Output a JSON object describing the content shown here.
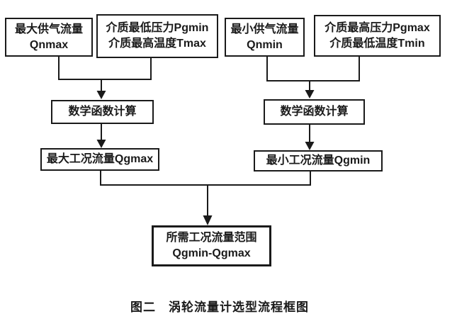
{
  "flowchart": {
    "boxes": {
      "qnmax": {
        "line1": "最大供气流量",
        "line2": "Qnmax"
      },
      "pgmin_tmax": {
        "line1": "介质最低压力Pgmin",
        "line2": "介质最高温度Tmax"
      },
      "qnmin": {
        "line1": "最小供气流量",
        "line2": "Qnmin"
      },
      "pgmax_tmin": {
        "line1": "介质最高压力Pgmax",
        "line2": "介质最低温度Tmin"
      },
      "calc_left": {
        "line1": "数学函数计算"
      },
      "calc_right": {
        "line1": "数学函数计算"
      },
      "qgmax": {
        "line1": "最大工况流量Qgmax"
      },
      "qgmin": {
        "line1": "最小工况流量Qgmin"
      },
      "result": {
        "line1": "所需工况流量范围",
        "line2": "Qgmin-Qgmax"
      }
    },
    "caption": "图二　涡轮流量计选型流程框图",
    "colors": {
      "line": "#1a1a1a",
      "background": "#ffffff",
      "text": "#1a1a1a"
    }
  }
}
